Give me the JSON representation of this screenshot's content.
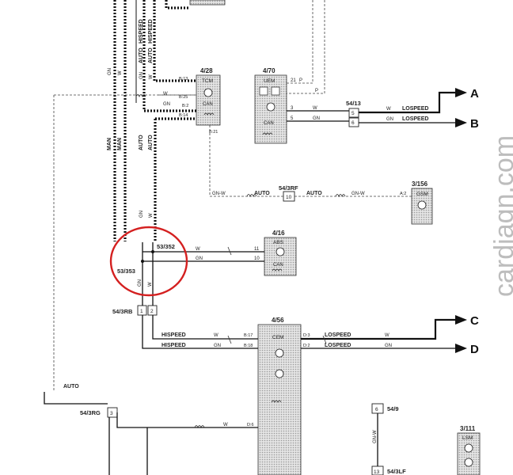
{
  "components": {
    "tcm": {
      "id": "4/28",
      "name": "TCM",
      "bus": "CAN",
      "pins": [
        "B:13",
        "B:25",
        "B:2",
        "B:14",
        "B:21"
      ]
    },
    "uem": {
      "id": "4/70",
      "name": "UEM",
      "bus": "CAN",
      "pins": [
        "21",
        "3",
        "5"
      ]
    },
    "abs": {
      "id": "4/16",
      "name": "ABS",
      "bus": "CAN",
      "pins": [
        "11",
        "10"
      ]
    },
    "cem": {
      "id": "4/56",
      "name": "CEM",
      "pins": [
        "B:17",
        "B:18",
        "D:3",
        "D:2",
        "D:6"
      ]
    },
    "gsm": {
      "id": "3/156",
      "name": "GSM",
      "pin": "A:2"
    },
    "lsm": {
      "id": "3/111",
      "name": "LSM"
    }
  },
  "connectors": {
    "c5413": {
      "id": "54/13",
      "pins": [
        "5",
        "6"
      ]
    },
    "c543rf": {
      "id": "54/3RF",
      "pin": "10"
    },
    "c543rb": {
      "id": "54/3RB",
      "pins": [
        "1",
        "2"
      ]
    },
    "c543rg": {
      "id": "54/3RG",
      "pin": "3"
    },
    "c549": {
      "id": "54/9",
      "pin": "6"
    },
    "c543lf": {
      "id": "54/3LF",
      "pin": "13"
    }
  },
  "splices": {
    "s1": "53/352",
    "s2": "53/353"
  },
  "terminals": {
    "a": "A",
    "b": "B",
    "c": "C",
    "d": "D"
  },
  "signals": {
    "hispeed": "HISPEED",
    "lospeed": "LOSPEED",
    "auto": "AUTO",
    "man": "MAN"
  },
  "wire_colors": {
    "w": "W",
    "gn": "GN",
    "p": "P",
    "gnw": "GN-W"
  },
  "watermark": "cardiagn.com",
  "highlight_color": "#d42020",
  "wire_color": "#111111",
  "module_fill": "#cfcfcf"
}
